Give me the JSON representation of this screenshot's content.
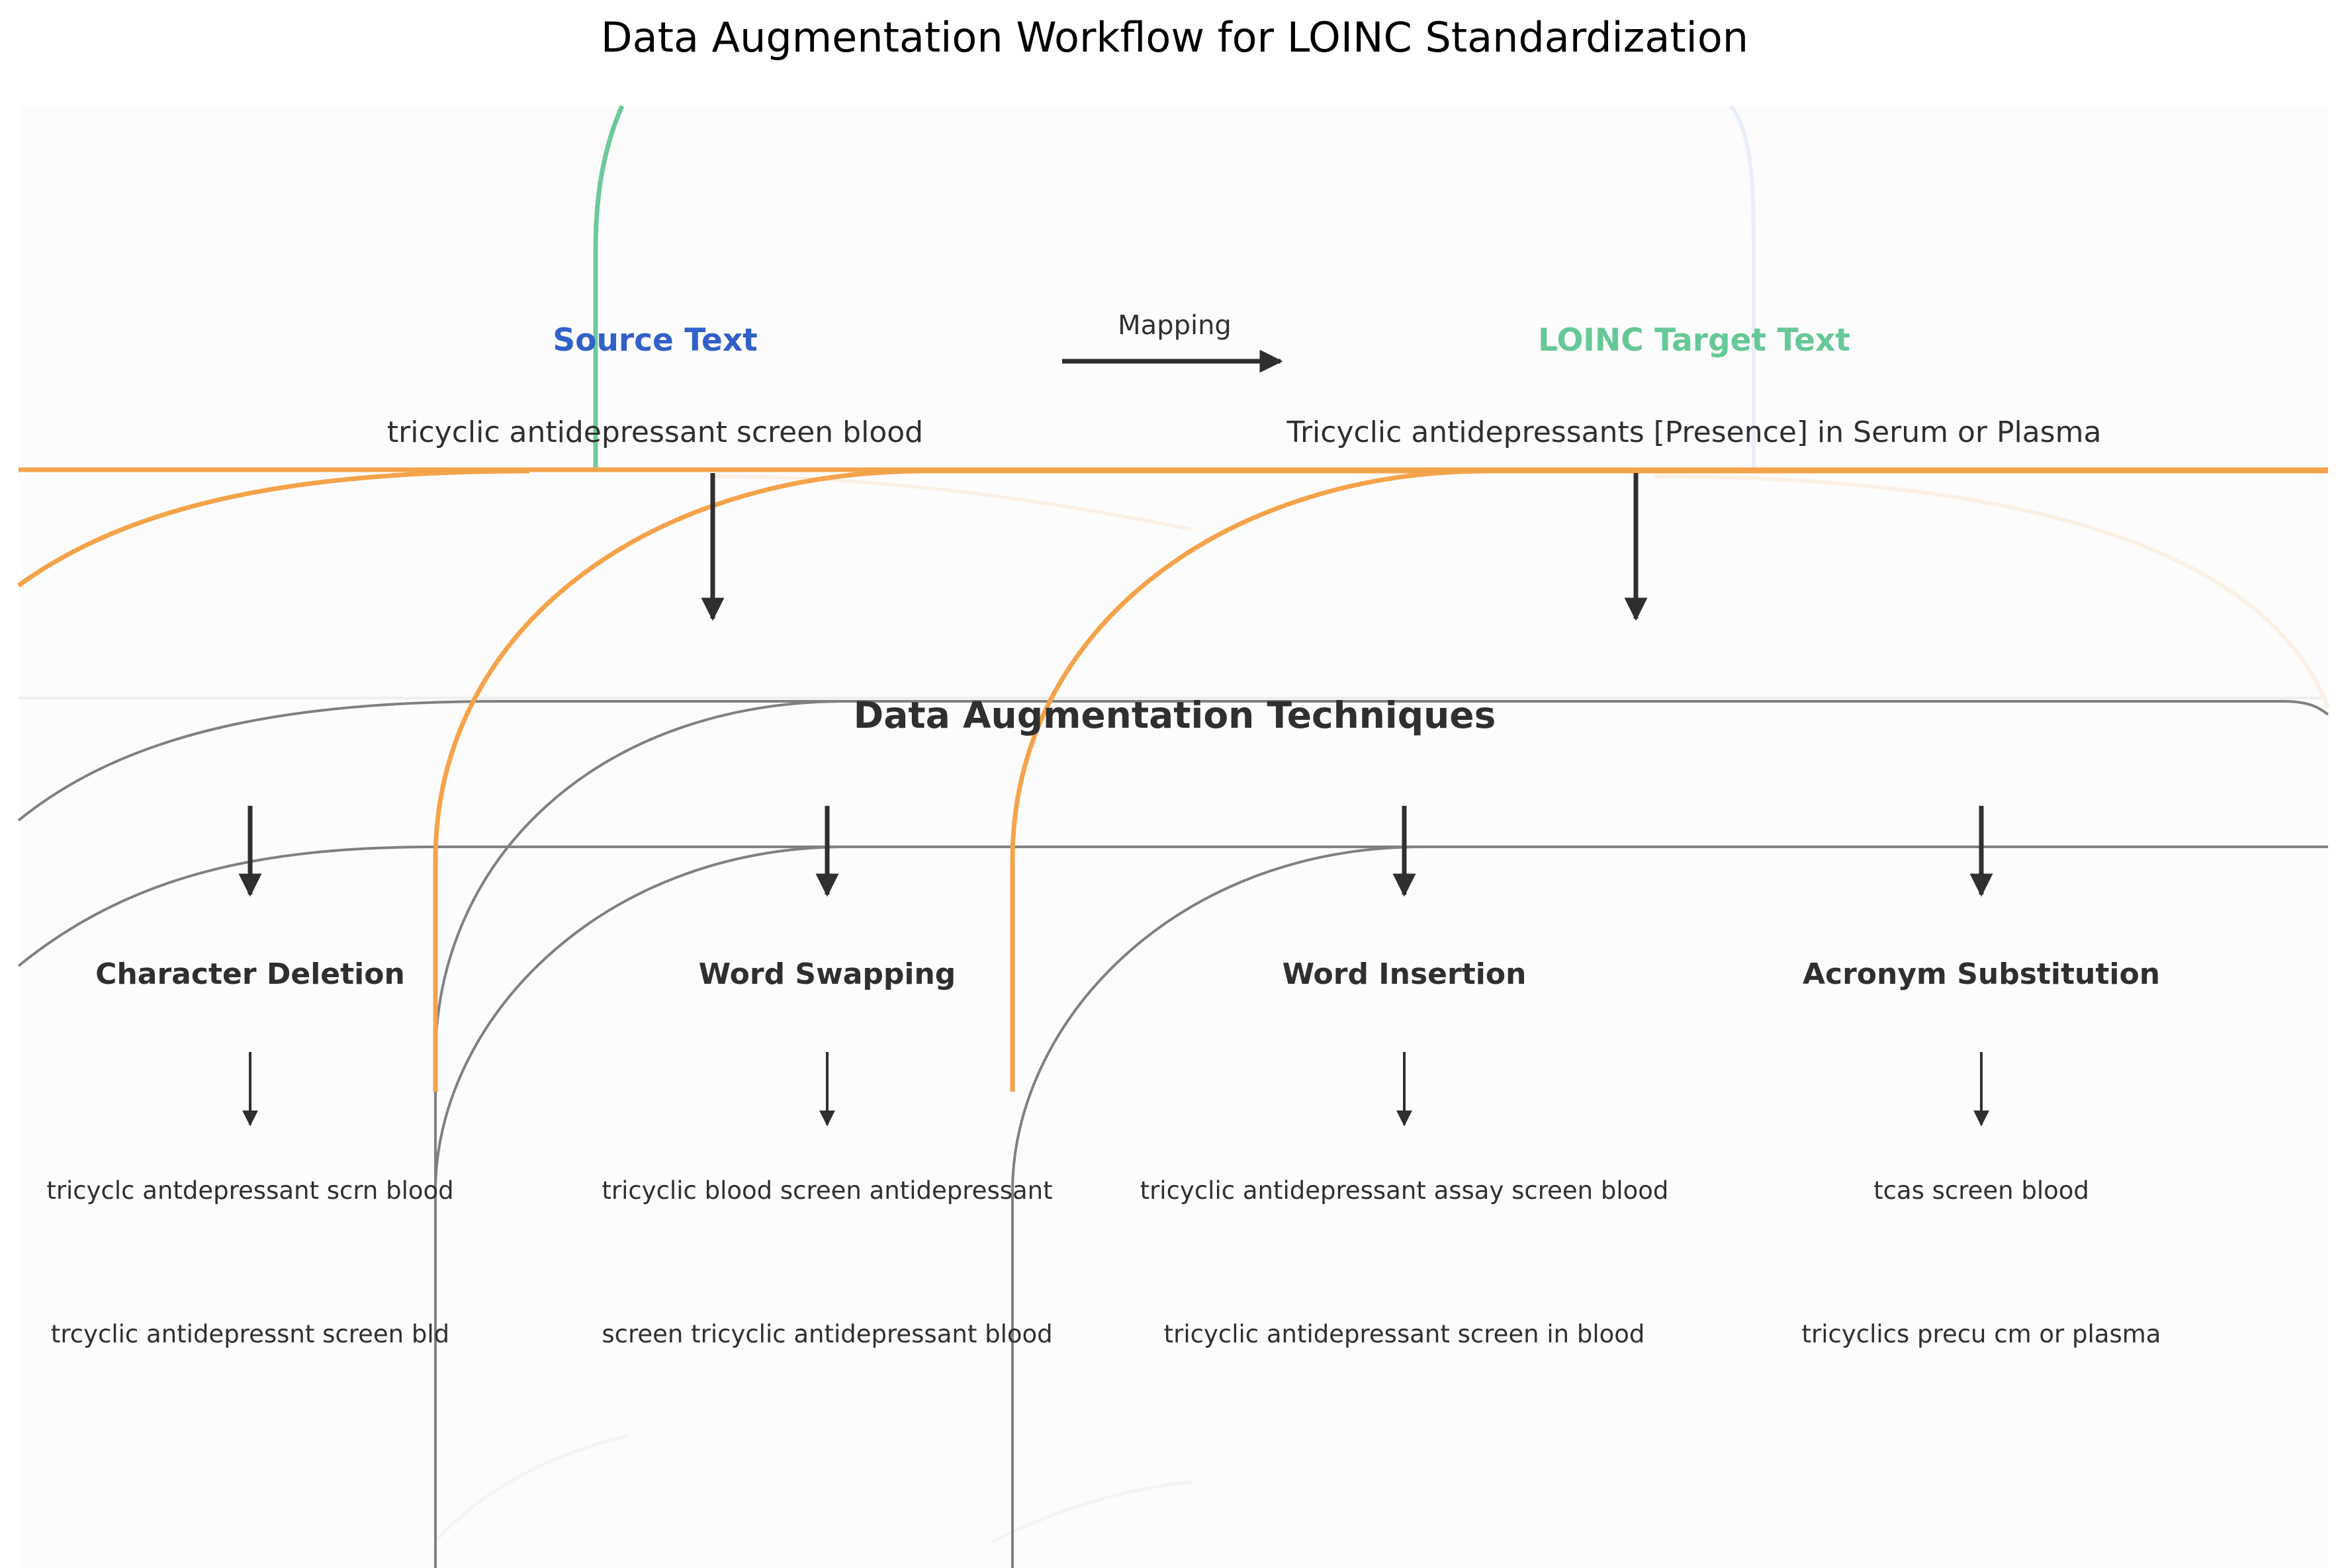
{
  "title": "Data Augmentation Workflow for LOINC Standardization",
  "source": {
    "title": "Source Text",
    "text": "tricyclic antidepressant screen blood",
    "color": "#3060c8"
  },
  "mapping_label": "Mapping",
  "target": {
    "title": "LOINC Target Text",
    "text": "Tricyclic antidepressants [Presence] in Serum or Plasma",
    "color": "#66c897"
  },
  "augmentation": {
    "title": "Data Augmentation Techniques"
  },
  "techniques": [
    {
      "name": "Character Deletion",
      "examples": [
        "tricyclc antdepressant scrn blood",
        "trcyclic antidepressnt screen bld"
      ]
    },
    {
      "name": "Word Swapping",
      "examples": [
        "tricyclic blood screen antidepressant",
        "screen tricyclic antidepressant blood"
      ]
    },
    {
      "name": "Word Insertion",
      "examples": [
        "tricyclic antidepressant assay screen blood",
        "tricyclic antidepressant screen in blood"
      ]
    },
    {
      "name": "Acronym Substitution",
      "examples": [
        "tcas screen blood",
        "tricyclics precu cm or plasma"
      ]
    }
  ],
  "colors": {
    "orange_curve": "#f5a34a",
    "green_curve": "#6dc99b",
    "gray_curve": "#808080",
    "arrow": "#2f2f2f"
  }
}
